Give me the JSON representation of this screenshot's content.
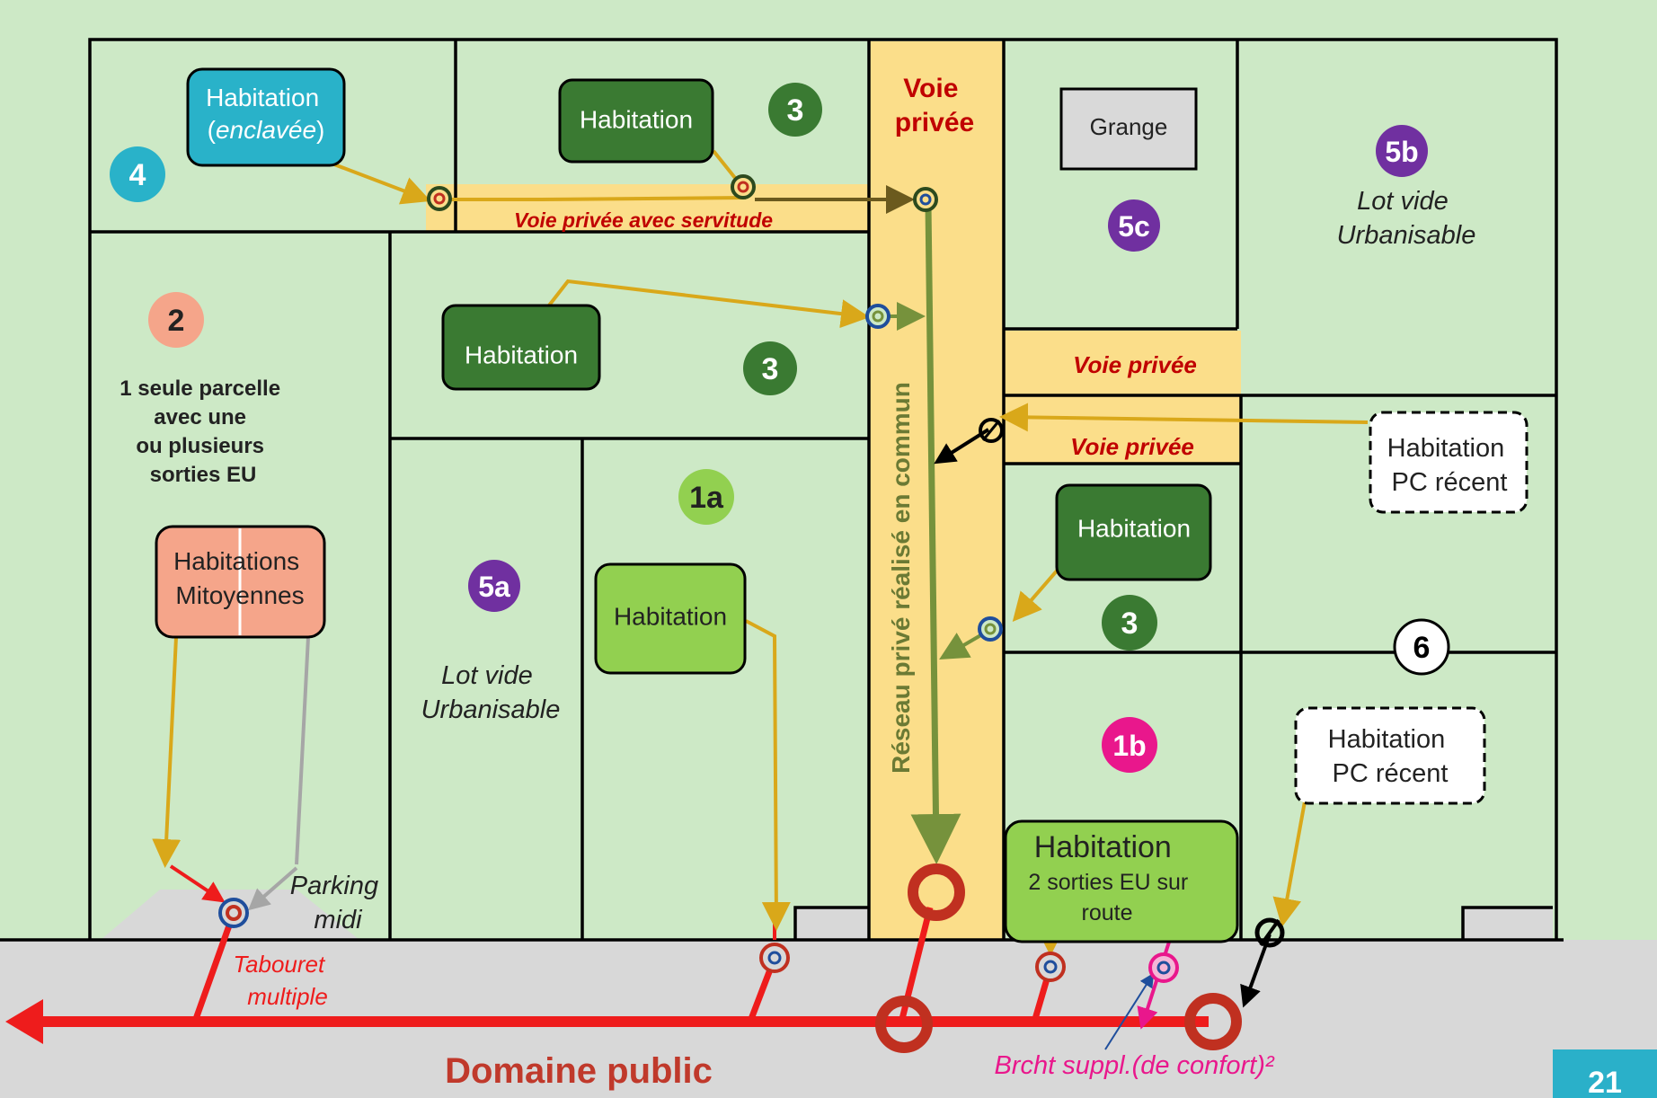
{
  "page_number": "21",
  "domaine_public": "Domaine public",
  "voie_privee_main": {
    "line1": "Voie",
    "line2": "privée"
  },
  "reseau_commun": "Réseau privé réalisé en commun",
  "voie_servitude": "Voie privée avec servitude",
  "voie_privee_label": "Voie privée",
  "parcels": {
    "p4": {
      "number": "4",
      "house_line1": "Habitation",
      "house_line2": "enclavée"
    },
    "p3_top": {
      "number": "3",
      "house": "Habitation"
    },
    "p3_mid": {
      "number": "3",
      "house": "Habitation"
    },
    "p3_right": {
      "number": "3",
      "house": "Habitation"
    },
    "p2": {
      "number": "2",
      "desc": [
        "1 seule parcelle",
        "avec une",
        "ou plusieurs",
        "sorties EU"
      ],
      "house_line1": "Habitations",
      "house_line2": "Mitoyennes"
    },
    "p5a": {
      "number": "5a",
      "line1": "Lot vide",
      "line2": "Urbanisable"
    },
    "p5b": {
      "number": "5b",
      "line1": "Lot vide",
      "line2": "Urbanisable"
    },
    "p5c": {
      "number": "5c",
      "grange": "Grange"
    },
    "p1a": {
      "number": "1a",
      "house": "Habitation"
    },
    "p1b": {
      "number": "1b",
      "house_line1": "Habitation",
      "house_line2": "2 sorties EU sur",
      "house_line3": "route"
    },
    "p6": {
      "number": "6",
      "house_line1": "Habitation",
      "house_line2": "PC récent"
    }
  },
  "parking": {
    "line1": "Parking",
    "line2": "midi"
  },
  "tabouret": {
    "line1": "Tabouret",
    "line2": "multiple"
  },
  "brcht": "Brcht suppl.(de confort)²",
  "colors": {
    "background": "#cde9c6",
    "road": "#d8d8d8",
    "voie": "#fbde8a",
    "sewer_red": "#ee1c1c",
    "gold_pipe": "#d9a81a",
    "olive_pipe": "#76923c",
    "dark_green": "#3a7a32",
    "light_green": "#92d050",
    "teal": "#29b2c9",
    "salmon": "#f5a58a",
    "purple": "#7030a0",
    "magenta": "#e9178c",
    "label_red": "#c00000",
    "title_red": "#c0392b",
    "page_tab": "#2ab0c9"
  }
}
